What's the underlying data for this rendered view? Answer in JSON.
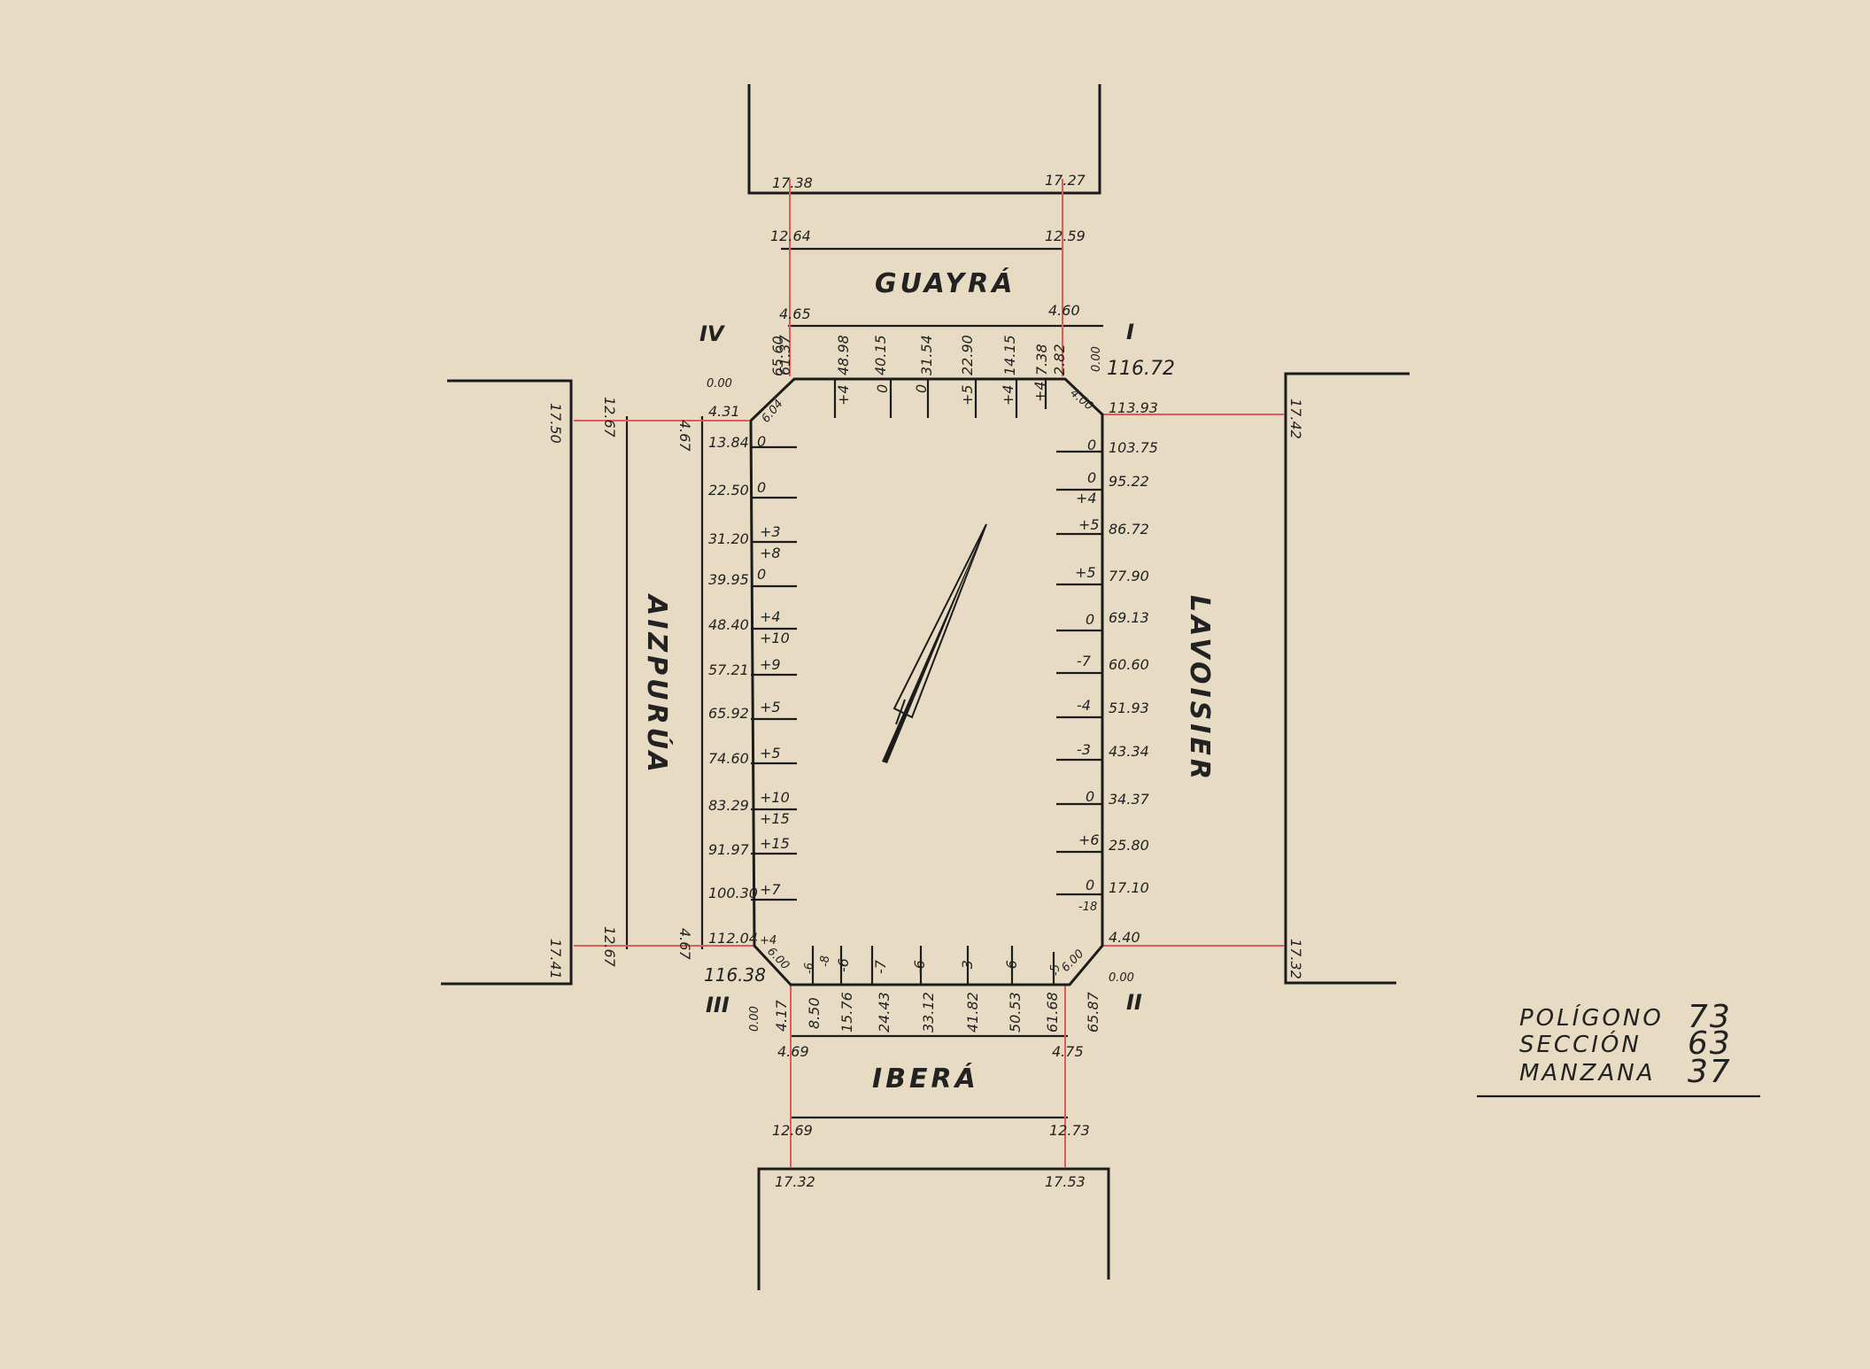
{
  "streets": {
    "north": "GUAYRÁ",
    "south": "IBERÁ",
    "west": "AIZPURÚA",
    "east": "LAVOISIER"
  },
  "corners": {
    "c1": "I",
    "c2": "II",
    "c3": "III",
    "c4": "IV"
  },
  "widths": {
    "north_outer_w": "17.38",
    "north_outer_e": "17.27",
    "north_mid_w": "12.64",
    "north_mid_e": "12.59",
    "north_inner_w": "4.65",
    "north_inner_e": "4.60",
    "south_outer_w": "17.32",
    "south_outer_e": "17.53",
    "south_mid_w": "12.69",
    "south_mid_e": "12.73",
    "south_inner_w": "4.69",
    "south_inner_e": "4.75",
    "west_outer_n": "17.50",
    "west_outer_s": "17.41",
    "west_mid_n": "12.67",
    "west_mid_s": "12.67",
    "west_inner_n": "4.67",
    "west_inner_s": "4.67",
    "east_outer_n": "17.42",
    "east_outer_s": "17.32"
  },
  "block": {
    "north_total": "65.60",
    "north_zero": "0.00",
    "north_offsets": [
      "61.37",
      "48.98",
      "40.15",
      "31.54",
      "22.90",
      "14.15",
      "7.38",
      "2.82",
      "0.00"
    ],
    "north_marks": [
      "+4",
      "0",
      "0",
      "+5",
      "+4",
      "+4"
    ],
    "north_chamfer_w": "6.04",
    "north_chamfer_e": "4.00",
    "east_total": "116.72",
    "east_offsets": [
      "113.93",
      "103.75",
      "95.22",
      "86.72",
      "77.90",
      "69.13",
      "60.60",
      "51.93",
      "43.34",
      "34.37",
      "25.80",
      "17.10",
      "4.40",
      "0.00"
    ],
    "east_marks": [
      "0",
      "0",
      "+4",
      "+5",
      "+5",
      "0",
      "-7",
      "-4",
      "-3",
      "0",
      "+6",
      "0",
      "-18"
    ],
    "west_offsets": [
      "4.31",
      "13.84",
      "22.50",
      "31.20",
      "39.95",
      "48.40",
      "57.21",
      "65.92",
      "74.60",
      "83.29",
      "91.97",
      "100.30",
      "112.04"
    ],
    "west_marks": [
      "0",
      "0",
      "+3",
      "+8",
      "0",
      "+4",
      "+10",
      "+9",
      "+5",
      "+5",
      "+10",
      "+15",
      "+15",
      "+7",
      "+4"
    ],
    "west_total": "116.38",
    "south_zero": "0.00",
    "south_offsets": [
      "4.17",
      "8.50",
      "15.76",
      "24.43",
      "33.12",
      "41.82",
      "50.53",
      "61.68",
      "65.87"
    ],
    "south_marks": [
      "-6",
      "-8",
      "-6",
      "-7",
      "-6",
      "-3",
      "-6",
      "-5"
    ],
    "south_chamfer_w": "6.00",
    "south_chamfer_e": "6.00"
  },
  "legend": {
    "poligono_label": "POLÍGONO",
    "poligono_value": "73",
    "seccion_label": "SECCIÓN",
    "seccion_value": "63",
    "manzana_label": "MANZANA",
    "manzana_value": "37"
  },
  "colors": {
    "paper": "#e7dcc3",
    "ink": "#1c1c1c",
    "red_line": "#e05a5a"
  }
}
